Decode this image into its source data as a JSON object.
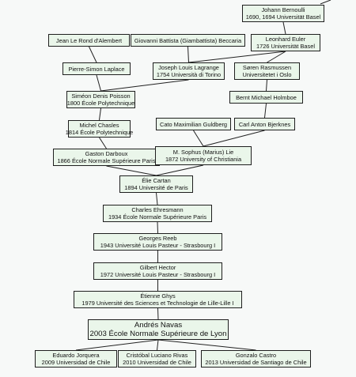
{
  "colors": {
    "node_fill": "#eaf6ea",
    "node_border": "#1f1f1f",
    "edge": "#222222",
    "background": "#f7f9f8"
  },
  "nodes": [
    {
      "id": "bernoulli",
      "name": "Johann Bernoulli",
      "detail": "1690, 1694  Universität Basel"
    },
    {
      "id": "dalembert",
      "name": "Jean Le Rond d'Alembert",
      "detail": ""
    },
    {
      "id": "beccaria",
      "name": "Giovanni Battista (Giambattista) Beccaria",
      "detail": ""
    },
    {
      "id": "euler",
      "name": "Leonhard Euler",
      "detail": "1726  Universität Basel"
    },
    {
      "id": "laplace",
      "name": "Pierre-Simon Laplace",
      "detail": ""
    },
    {
      "id": "lagrange",
      "name": "Joseph Louis Lagrange",
      "detail": "1754  Università di Torino"
    },
    {
      "id": "rasmussen",
      "name": "Søren Rasmussen",
      "detail": "Universitetet i Oslo"
    },
    {
      "id": "poisson",
      "name": "Siméon Denis Poisson",
      "detail": "1800  École Polytechnique"
    },
    {
      "id": "holmboe",
      "name": "Bernt Michael Holmboe",
      "detail": ""
    },
    {
      "id": "chasles",
      "name": "Michel Chasles",
      "detail": "1814  École Polytechnique"
    },
    {
      "id": "guldberg",
      "name": "Cato Maximilian Guldberg",
      "detail": ""
    },
    {
      "id": "bjerknes",
      "name": "Carl Anton Bjerknes",
      "detail": ""
    },
    {
      "id": "darboux",
      "name": "Gaston Darboux",
      "detail": "1866  École Normale Supérieure Paris"
    },
    {
      "id": "lie",
      "name": "M. Sophus (Marius) Lie",
      "detail": "1872  University of Christiania"
    },
    {
      "id": "cartan",
      "name": "Élie Cartan",
      "detail": "1894  Université de Paris"
    },
    {
      "id": "ehresmann",
      "name": "Charles Ehresmann",
      "detail": "1934  École Normale Supérieure Paris"
    },
    {
      "id": "reeb",
      "name": "Georges Reeb",
      "detail": "1943  Université Louis Pasteur - Strasbourg I"
    },
    {
      "id": "hector",
      "name": "Gilbert Hector",
      "detail": "1972  Université Louis Pasteur - Strasbourg I"
    },
    {
      "id": "ghys",
      "name": "Étienne Ghys",
      "detail": "1979  Université des Sciences et Technologie de Lille-Lille I"
    },
    {
      "id": "navas",
      "name": "Andrés Navas",
      "detail": "2003 École Normale Supérieure de Lyon"
    },
    {
      "id": "jorquera",
      "name": "Eduardo Jorquera",
      "detail": "2009  Universidad de Chile"
    },
    {
      "id": "rivas",
      "name": "Cristóbal Luciano Rivas",
      "detail": "2010  Universidad de Chile"
    },
    {
      "id": "castro",
      "name": "Gonzalo Castro",
      "detail": "2013  Universidad de Santiago de Chile"
    }
  ],
  "edges": [
    [
      "bernoulli",
      "euler"
    ],
    [
      "dalembert",
      "laplace"
    ],
    [
      "beccaria",
      "lagrange"
    ],
    [
      "euler",
      "lagrange"
    ],
    [
      "euler",
      "rasmussen"
    ],
    [
      "laplace",
      "poisson"
    ],
    [
      "lagrange",
      "poisson"
    ],
    [
      "rasmussen",
      "holmboe"
    ],
    [
      "poisson",
      "chasles"
    ],
    [
      "holmboe",
      "bjerknes"
    ],
    [
      "chasles",
      "darboux"
    ],
    [
      "guldberg",
      "lie"
    ],
    [
      "bjerknes",
      "lie"
    ],
    [
      "darboux",
      "cartan"
    ],
    [
      "lie",
      "cartan"
    ],
    [
      "cartan",
      "ehresmann"
    ],
    [
      "ehresmann",
      "reeb"
    ],
    [
      "reeb",
      "hector"
    ],
    [
      "hector",
      "ghys"
    ],
    [
      "ghys",
      "navas"
    ],
    [
      "navas",
      "jorquera"
    ],
    [
      "navas",
      "rivas"
    ],
    [
      "navas",
      "castro"
    ]
  ]
}
